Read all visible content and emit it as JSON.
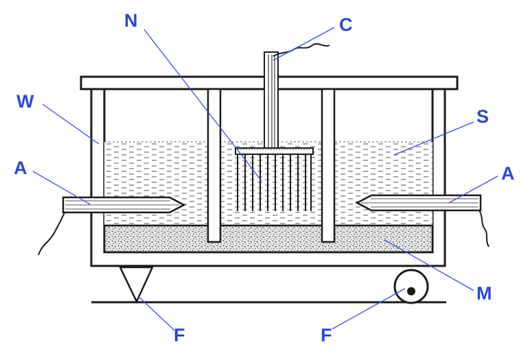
{
  "diagram": {
    "labels": {
      "N": "N",
      "C": "C",
      "W": "W",
      "S": "S",
      "A_left": "A",
      "A_right": "A",
      "M": "M",
      "F_left": "F",
      "F_right": "F"
    },
    "colors": {
      "label": "#2c46d8",
      "leader": "#3a4fe0",
      "ink": "#1a1a1a",
      "liquid_dash": "#444444",
      "sediment_dot": "#333333"
    }
  }
}
